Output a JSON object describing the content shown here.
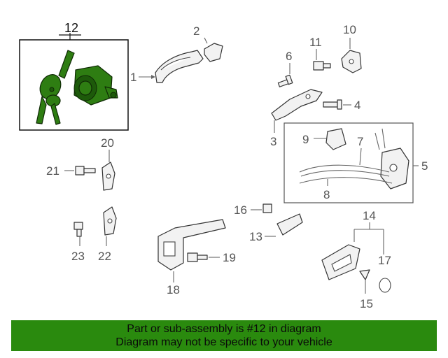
{
  "callouts": {
    "n1": "1",
    "n2": "2",
    "n3": "3",
    "n4": "4",
    "n5": "5",
    "n6": "6",
    "n7": "7",
    "n8": "8",
    "n9": "9",
    "n10": "10",
    "n11": "11",
    "n12": "12",
    "n13": "13",
    "n14": "14",
    "n15": "15",
    "n16": "16",
    "n17": "17",
    "n18": "18",
    "n19": "19",
    "n20": "20",
    "n21": "21",
    "n22": "22",
    "n23": "23"
  },
  "highlight_color": "#2e7d12",
  "banner": {
    "line1": "Part or sub-assembly is #12 in diagram",
    "line2": "Diagram may not be specific to your vehicle"
  }
}
